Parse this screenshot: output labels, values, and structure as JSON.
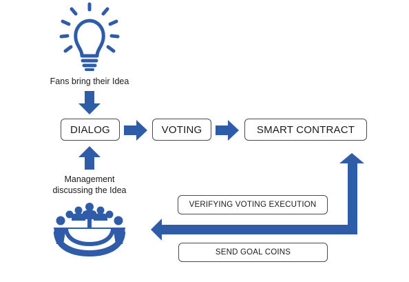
{
  "diagram": {
    "nodes": {
      "dialog": "DIALOG",
      "voting": "VOTING",
      "smart_contract": "SMART CONTRACT",
      "verifying": "VERIFYING VOTING EXECUTION",
      "send_coins": "SEND GOAL COINS"
    },
    "captions": {
      "fans": "Fans bring their Idea",
      "management_line1": "Management",
      "management_line2": "discussing the Idea"
    },
    "colors": {
      "accent": "#2f5ca8",
      "box_border": "#4a4a4a"
    },
    "icons": {
      "top": "lightbulb-icon",
      "bottom": "meeting-table-icon"
    }
  }
}
